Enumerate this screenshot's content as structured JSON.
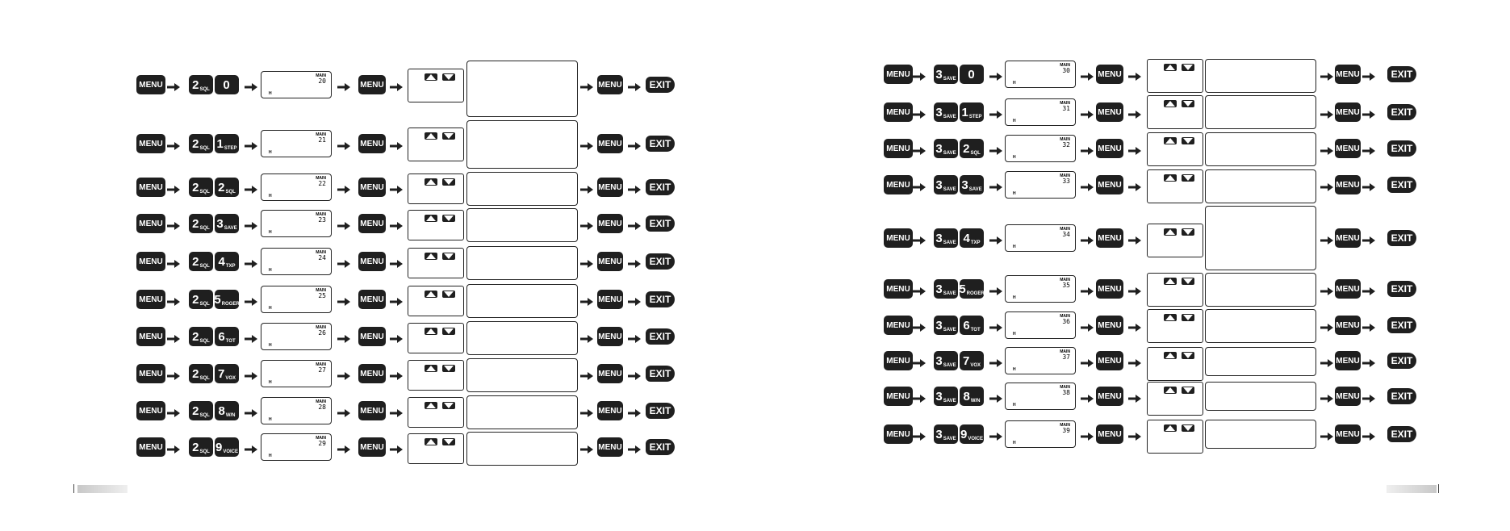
{
  "common": {
    "menu_label": "MENU",
    "exit_label": "EXIT",
    "lcd_main": "MAIN",
    "lcd_power": "H"
  },
  "left_page": {
    "prefix_key": {
      "num": "2",
      "sub": "SQL"
    },
    "rows": [
      {
        "second_key": {
          "num": "0",
          "sub": ""
        },
        "channel": "20"
      },
      {
        "second_key": {
          "num": "1",
          "sub": "STEP"
        },
        "channel": "21"
      },
      {
        "second_key": {
          "num": "2",
          "sub": "SQL"
        },
        "channel": "22"
      },
      {
        "second_key": {
          "num": "3",
          "sub": "SAVE"
        },
        "channel": "23"
      },
      {
        "second_key": {
          "num": "4",
          "sub": "TXP"
        },
        "channel": "24"
      },
      {
        "second_key": {
          "num": "5",
          "sub": "ROGER"
        },
        "channel": "25"
      },
      {
        "second_key": {
          "num": "6",
          "sub": "TOT"
        },
        "channel": "26"
      },
      {
        "second_key": {
          "num": "7",
          "sub": "VOX"
        },
        "channel": "27"
      },
      {
        "second_key": {
          "num": "8",
          "sub": "W/N"
        },
        "channel": "28"
      },
      {
        "second_key": {
          "num": "9",
          "sub": "VOICE"
        },
        "channel": "29"
      }
    ]
  },
  "right_page": {
    "prefix_key": {
      "num": "3",
      "sub": "SAVE"
    },
    "rows": [
      {
        "second_key": {
          "num": "0",
          "sub": ""
        },
        "channel": "30"
      },
      {
        "second_key": {
          "num": "1",
          "sub": "STEP"
        },
        "channel": "31"
      },
      {
        "second_key": {
          "num": "2",
          "sub": "SQL"
        },
        "channel": "32"
      },
      {
        "second_key": {
          "num": "3",
          "sub": "SAVE"
        },
        "channel": "33"
      },
      {
        "second_key": {
          "num": "4",
          "sub": "TXP"
        },
        "channel": "34"
      },
      {
        "second_key": {
          "num": "5",
          "sub": "ROGER"
        },
        "channel": "35"
      },
      {
        "second_key": {
          "num": "6",
          "sub": "TOT"
        },
        "channel": "36"
      },
      {
        "second_key": {
          "num": "7",
          "sub": "VOX"
        },
        "channel": "37"
      },
      {
        "second_key": {
          "num": "8",
          "sub": "W/N"
        },
        "channel": "38"
      },
      {
        "second_key": {
          "num": "9",
          "sub": "VOICE"
        },
        "channel": "39"
      }
    ]
  }
}
